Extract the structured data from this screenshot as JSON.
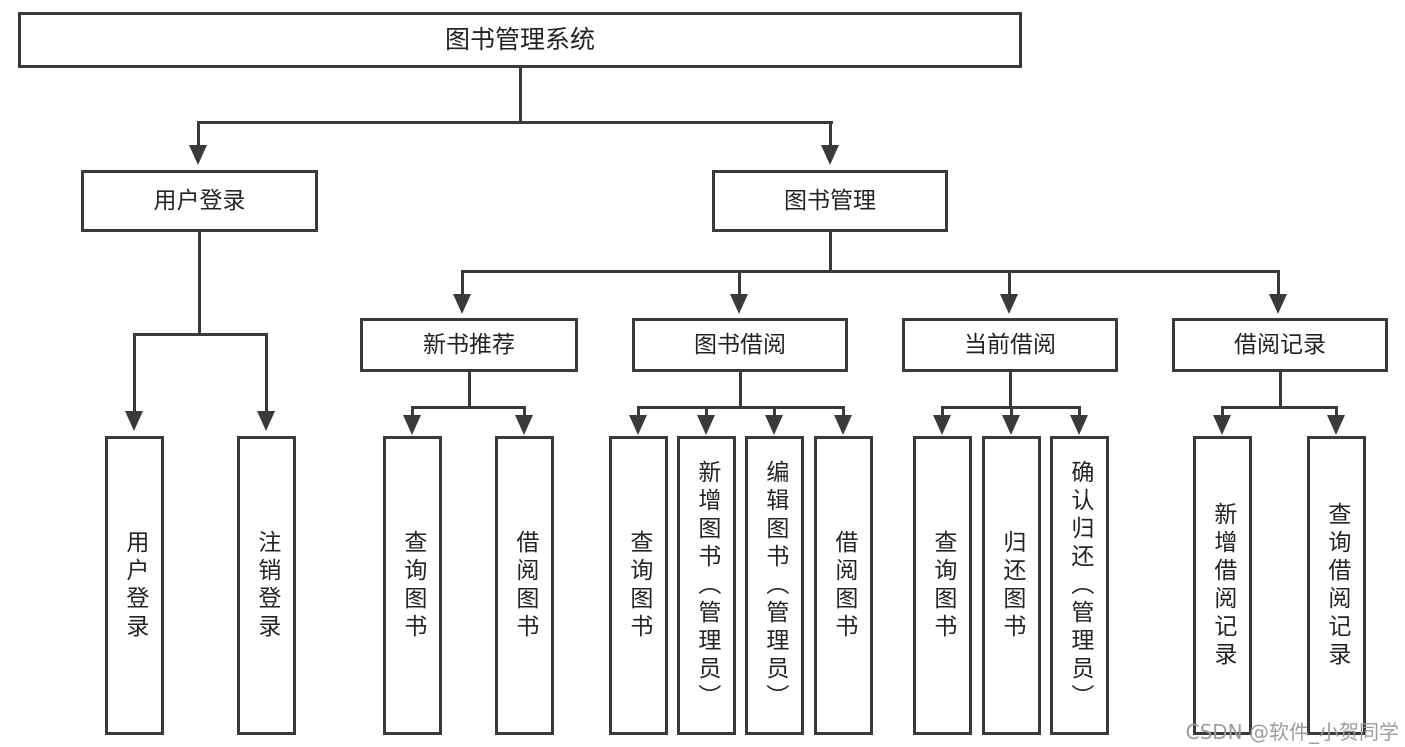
{
  "diagram": {
    "title": "图书管理系统",
    "type": "function-structure-tree",
    "root": {
      "label": "图书管理系统"
    },
    "level1": [
      {
        "label": "用户登录"
      },
      {
        "label": "图书管理"
      }
    ],
    "level2": [
      {
        "label": "新书推荐"
      },
      {
        "label": "图书借阅"
      },
      {
        "label": "当前借阅"
      },
      {
        "label": "借阅记录"
      }
    ],
    "leaves": {
      "user_login": [
        {
          "label": "用户登录"
        },
        {
          "label": "注销登录"
        }
      ],
      "new_book_recommend": [
        {
          "label": "查询图书"
        },
        {
          "label": "借阅图书"
        }
      ],
      "book_borrow": [
        {
          "label": "查询图书"
        },
        {
          "label": "新增图书（管理员）"
        },
        {
          "label": "编辑图书（管理员）"
        },
        {
          "label": "借阅图书"
        }
      ],
      "current_borrow": [
        {
          "label": "查询图书"
        },
        {
          "label": "归还图书"
        },
        {
          "label": "确认归还（管理员）"
        }
      ],
      "borrow_record": [
        {
          "label": "新增借阅记录"
        },
        {
          "label": "查询借阅记录"
        }
      ]
    }
  },
  "watermark": {
    "text": "CSDN @软件_小贺同学"
  },
  "colors": {
    "stroke": "#3a3a3a",
    "fill": "#ffffff",
    "text": "#242424",
    "watermark": "#9d9d9d"
  }
}
